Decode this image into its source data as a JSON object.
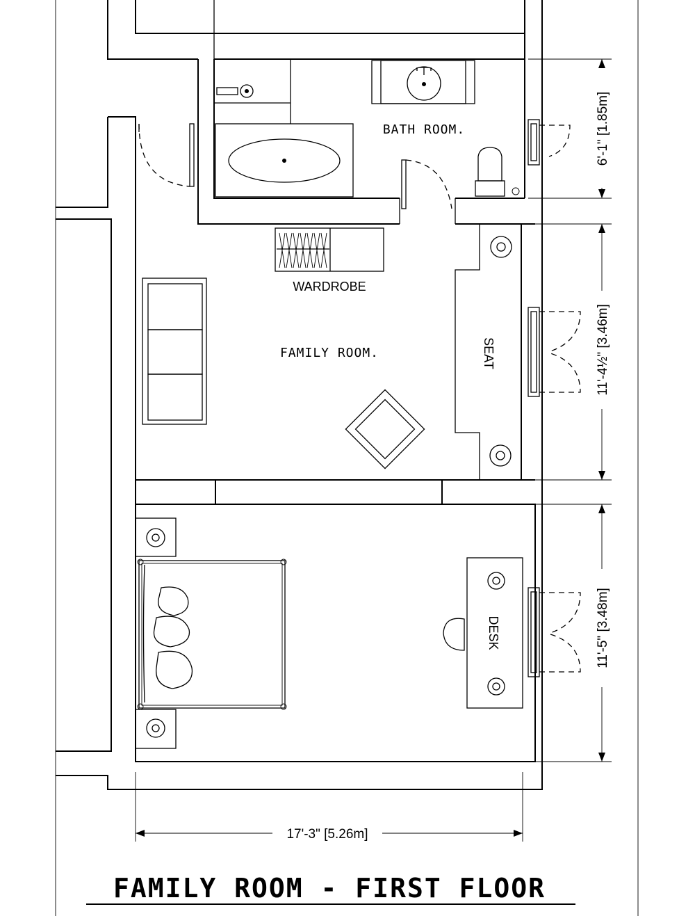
{
  "rooms": {
    "bathroom": "BATH ROOM.",
    "family_room": "FAMILY ROOM.",
    "wardrobe": "WARDROBE",
    "seat": "SEAT",
    "desk": "DESK"
  },
  "dimensions": {
    "bath_height": "6'-1\" [1.85m]",
    "family_height": "11'-4½\" [3.46m]",
    "bedroom_height": "11'-5\" [3.48m]",
    "overall_width": "17'-3\" [5.26m]"
  },
  "title": "FAMILY ROOM - FIRST FLOOR"
}
